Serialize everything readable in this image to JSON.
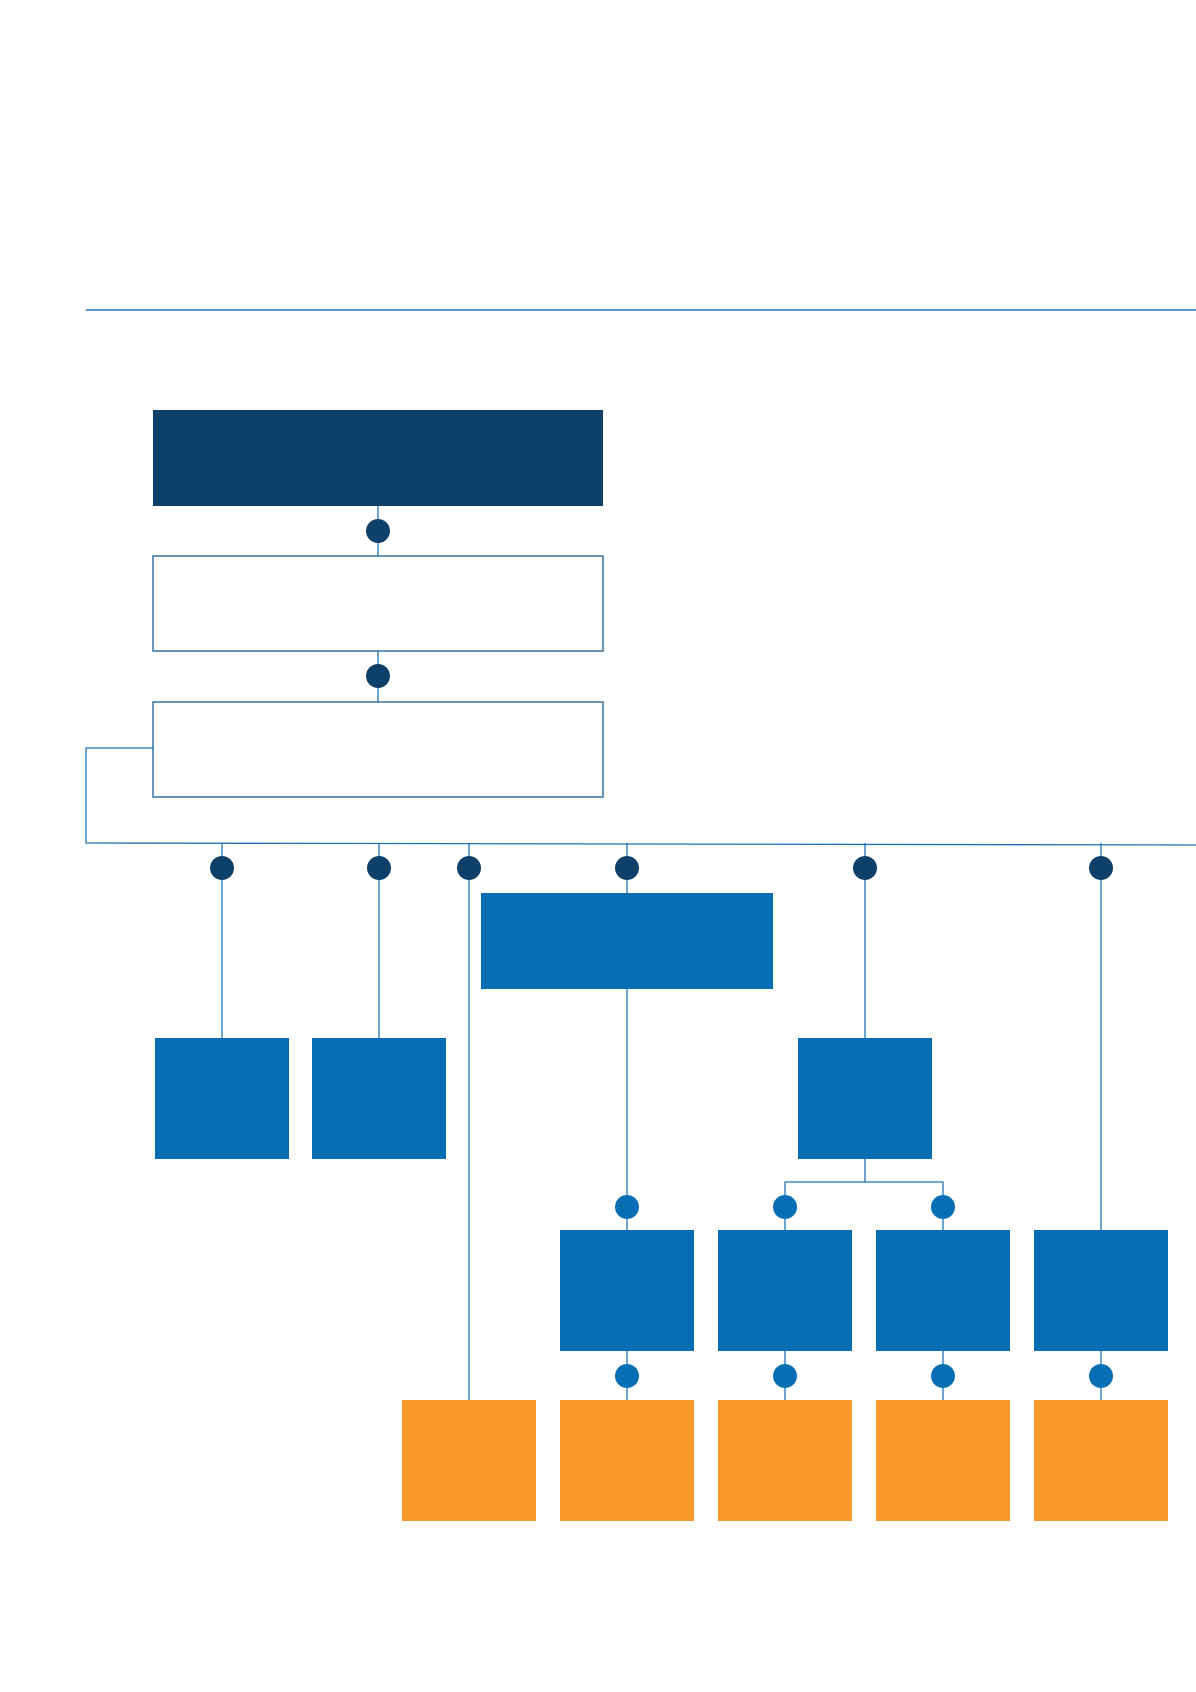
{
  "colors": {
    "navy": "#0d416a",
    "blue": "#076eb4",
    "orange": "#f8992a",
    "line": "#1f73b8",
    "outline": "#1a5d94",
    "background": "#ffffff"
  },
  "diagram": {
    "root_box": {
      "text": "",
      "color": "navy"
    },
    "level2_box": {
      "text": "",
      "style": "outlined"
    },
    "level3_box": {
      "text": "",
      "style": "outlined"
    },
    "branch_boxes": [
      {
        "text": "",
        "color": "blue"
      },
      {
        "text": "",
        "color": "blue"
      },
      {
        "text": "",
        "color": "blue"
      },
      {
        "text": "",
        "color": "blue"
      }
    ],
    "mid_boxes": [
      {
        "text": "",
        "color": "blue"
      },
      {
        "text": "",
        "color": "blue"
      },
      {
        "text": "",
        "color": "blue"
      },
      {
        "text": "",
        "color": "blue"
      }
    ],
    "leaf_boxes": [
      {
        "text": "",
        "color": "orange"
      },
      {
        "text": "",
        "color": "orange"
      },
      {
        "text": "",
        "color": "orange"
      },
      {
        "text": "",
        "color": "orange"
      },
      {
        "text": "",
        "color": "orange"
      }
    ]
  }
}
